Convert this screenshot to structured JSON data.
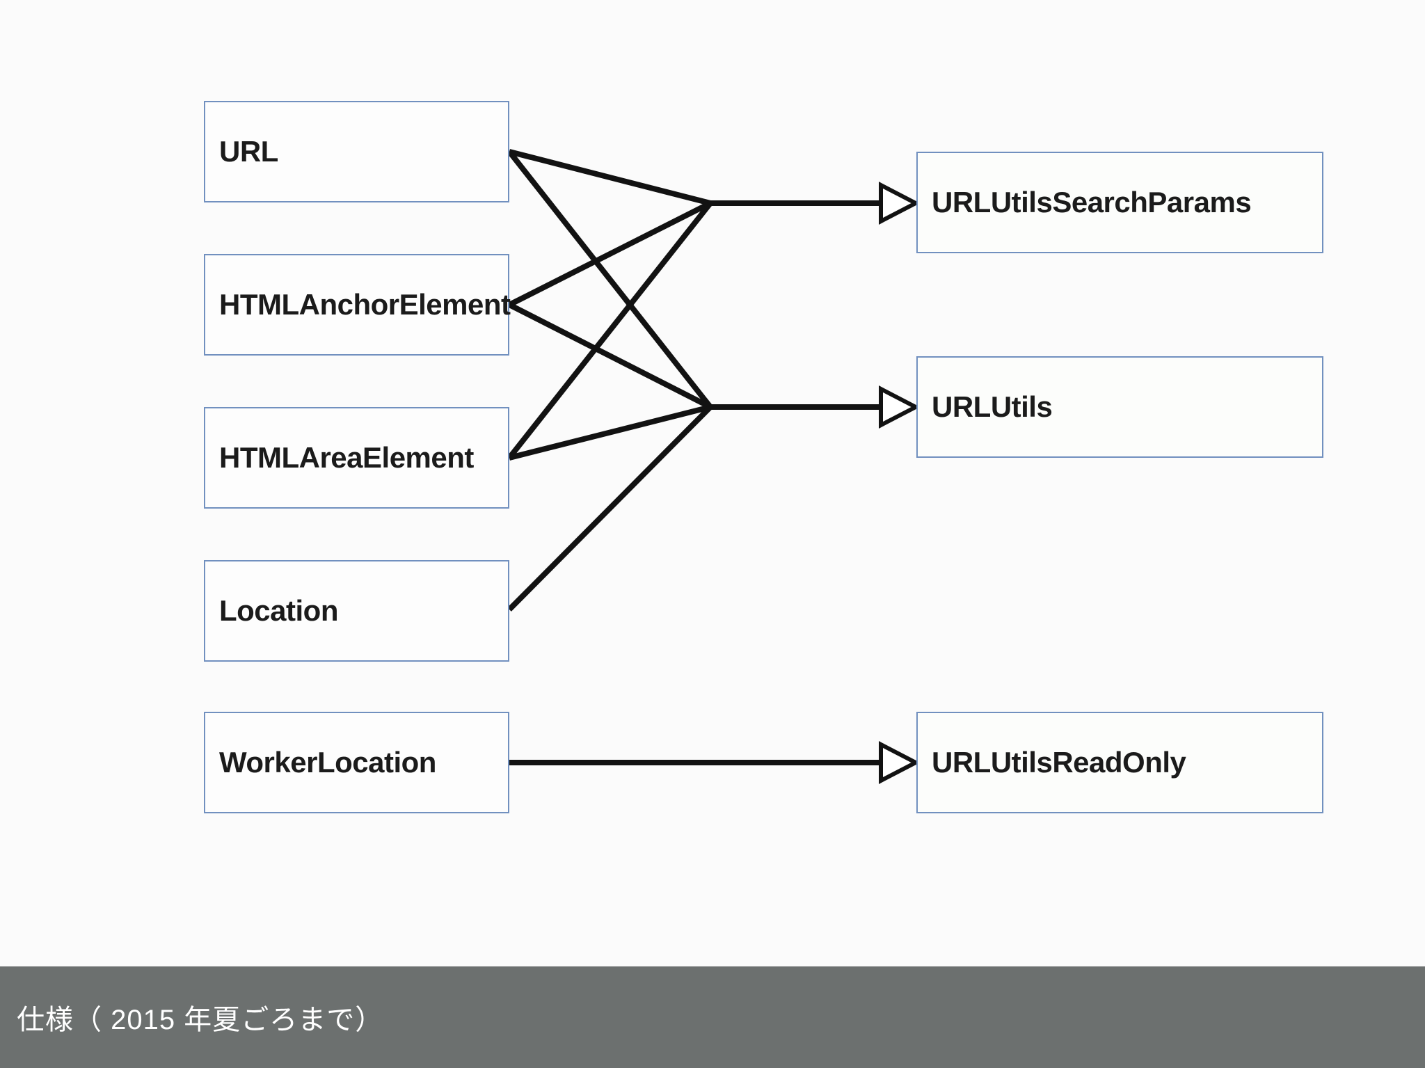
{
  "nodes": {
    "left": [
      {
        "id": "URL",
        "label": "URL"
      },
      {
        "id": "HTMLAnchorElement",
        "label": "HTMLAnchorElement"
      },
      {
        "id": "HTMLAreaElement",
        "label": "HTMLAreaElement"
      },
      {
        "id": "Location",
        "label": "Location"
      },
      {
        "id": "WorkerLocation",
        "label": "WorkerLocation"
      }
    ],
    "right": [
      {
        "id": "URLUtilsSearchParams",
        "label": "URLUtilsSearchParams"
      },
      {
        "id": "URLUtils",
        "label": "URLUtils"
      },
      {
        "id": "URLUtilsReadOnly",
        "label": "URLUtilsReadOnly"
      }
    ]
  },
  "edges": [
    {
      "from": "URL",
      "to": "URLUtilsSearchParams"
    },
    {
      "from": "HTMLAnchorElement",
      "to": "URLUtilsSearchParams"
    },
    {
      "from": "HTMLAreaElement",
      "to": "URLUtilsSearchParams"
    },
    {
      "from": "URL",
      "to": "URLUtils"
    },
    {
      "from": "HTMLAnchorElement",
      "to": "URLUtils"
    },
    {
      "from": "HTMLAreaElement",
      "to": "URLUtils"
    },
    {
      "from": "Location",
      "to": "URLUtils"
    },
    {
      "from": "WorkerLocation",
      "to": "URLUtilsReadOnly"
    }
  ],
  "edge_style": {
    "arrowhead": "hollow-triangle",
    "line_color": "#121212",
    "arrow_fill": "#ffffff"
  },
  "colors": {
    "background": "#fbfbfb",
    "node_border": "#7190bf",
    "node_fill": "#fdfdfd",
    "footer_background": "#6c706f",
    "footer_text": "#ffffff",
    "label_text": "#1b1b1b"
  },
  "footer": {
    "label": "仕様（ 2015 年夏ごろまで）"
  }
}
